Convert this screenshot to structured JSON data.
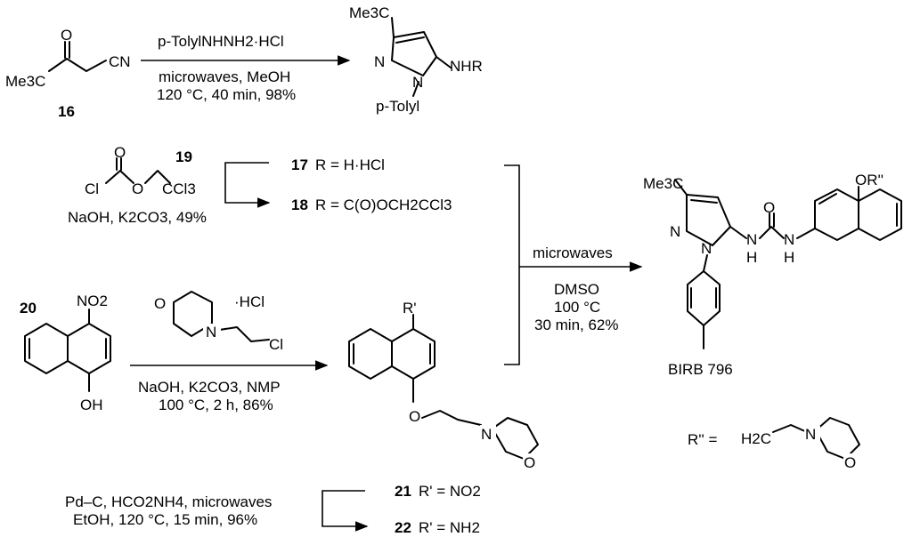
{
  "step1": {
    "compound_16_label": "16",
    "ketonitrile_me3c": "Me3C",
    "ketonitrile_o": "O",
    "ketonitrile_cn": "CN",
    "reagent": "p-TolylNHNH2·HCl",
    "cond_line1": "microwaves, MeOH",
    "cond_line2": "120 °C, 40 min, 98%"
  },
  "pyrazole_amine": {
    "me3c": "Me3C",
    "n1": "N",
    "n2": "N",
    "nhr": "NHR",
    "tolyl": "p-Tolyl"
  },
  "step2": {
    "compound_19_label": "19",
    "cl": "Cl",
    "o_carbonyl": "O",
    "o_ester": "O",
    "ccl3": "CCl3",
    "conditions": "NaOH, K2CO3, 49%",
    "c17_num": "17",
    "c17_def": "R = H·HCl",
    "c18_num": "18",
    "c18_def": "R = C(O)OCH2CCl3"
  },
  "step3": {
    "compound_20_label": "20",
    "no2": "NO2",
    "oh": "OH",
    "hcl": "·HCl",
    "morph_o": "O",
    "morph_n": "N",
    "morph_cl": "Cl",
    "cond_line1": "NaOH, K2CO3, NMP",
    "cond_line2": "100 °C, 2 h, 86%"
  },
  "naphthyl_ether": {
    "r_prime": "R'",
    "o_ether": "O",
    "n_morph": "N",
    "o_morph": "O"
  },
  "step4": {
    "cond_line1": "Pd–C, HCO2NH4, microwaves",
    "cond_line2": "EtOH, 120 °C, 15 min, 96%",
    "c21_num": "21",
    "c21_def": "R' = NO2",
    "c22_num": "22",
    "c22_def": "R' = NH2"
  },
  "coupling": {
    "cond_top": "microwaves",
    "cond_solvent": "DMSO",
    "cond_temp": "100 °C",
    "cond_time": "30 min, 62%"
  },
  "product": {
    "me3c": "Me3C",
    "n1": "N",
    "n2": "N",
    "nh_left": "N",
    "h_left": "H",
    "nh_right": "N",
    "h_right": "H",
    "o_urea": "O",
    "or2": "OR''",
    "name": "BIRB 796",
    "rdef_label": "R'' =",
    "rdef_h2c": "H2C",
    "rdef_n": "N",
    "rdef_o": "O"
  }
}
